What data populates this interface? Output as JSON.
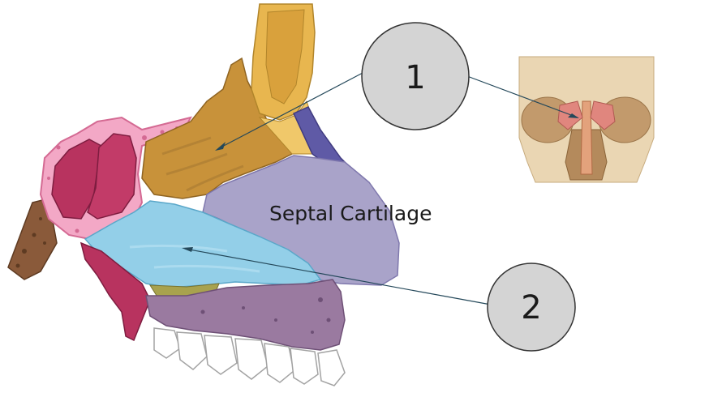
{
  "labels": {
    "septal_cartilage": "Septal Cartilage"
  },
  "callouts": [
    {
      "number": "1"
    },
    {
      "number": "2"
    }
  ],
  "colors": {
    "perpendicular_plate": "#c8923a",
    "vomer": "#93cfe8",
    "septal_cartilage": "#a9a3c9",
    "nasal_bone": "#e8b64f",
    "sphenoid": "#b8335f",
    "palate": "#9a7aa0",
    "callout_fill": "#d4d4d4"
  }
}
